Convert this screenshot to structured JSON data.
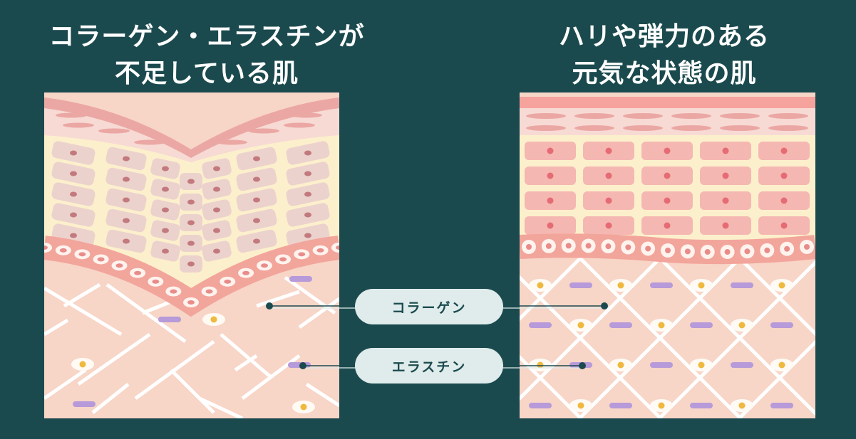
{
  "titles": {
    "left": [
      "コラーゲン・エラスチンが",
      "不足している肌"
    ],
    "right": [
      "ハリや弾力のある",
      "元気な状態の肌"
    ]
  },
  "labels": {
    "collagen": "コラーゲン",
    "elastin": "エラスチン"
  },
  "colors": {
    "background": "#1b4a4e",
    "stratum_corneum": "#eba7a4",
    "epidermis_layer": "#f7dad4",
    "cell_fill": "#f5b7b2",
    "cell_nucleus": "#e56c74",
    "basal_layer": "#f2a59b",
    "dermis": "#f7d5c7",
    "collagen_fiber": "#ffffff",
    "elastin_fiber": "#b79ad9",
    "fibroblast": "#efb93f",
    "label_pill": "#dfeceb"
  }
}
